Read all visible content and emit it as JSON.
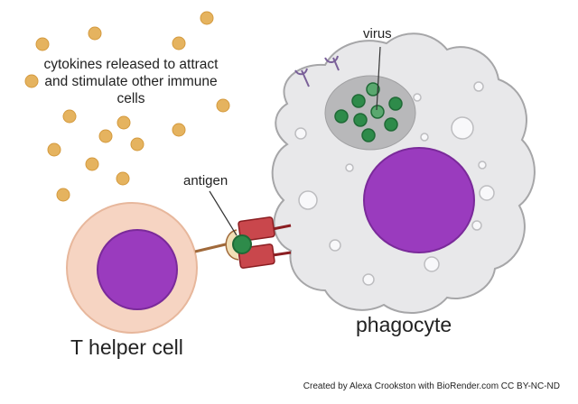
{
  "labels": {
    "cytokines": "cytokines released to attract and stimulate other immune cells",
    "virus": "virus",
    "antigen": "antigen",
    "t_helper": "T helper cell",
    "phagocyte": "phagocyte",
    "credit": "Created by Alexa Crookston with BioRender.com CC BY-NC-ND"
  },
  "colors": {
    "cytokine": "#e5b35f",
    "t_cell_body": "#f6d4c2",
    "nucleus": "#9a3bbe",
    "phagocyte_body": "#e8e8ea",
    "vacuole": "#b8b8ba",
    "virus": "#2e8b4a",
    "receptor": "#c9474c",
    "antigen_holder": "#f1dfb6"
  }
}
